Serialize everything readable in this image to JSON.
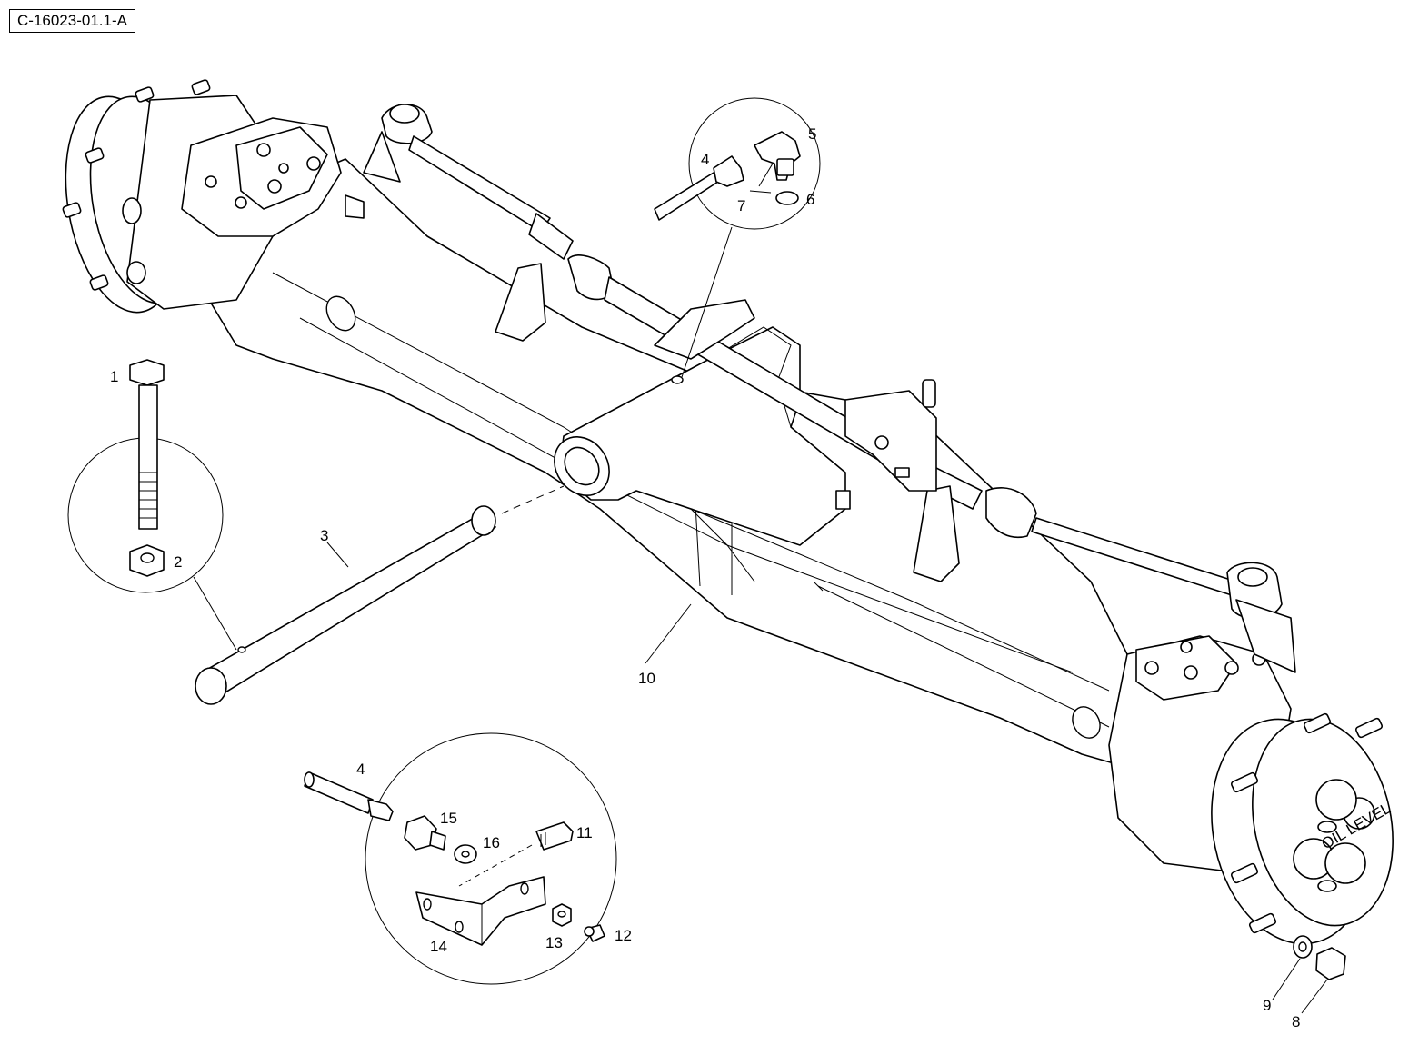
{
  "figure_id": "C-16023-01.1-A",
  "callouts": {
    "c1": "1",
    "c2": "2",
    "c3": "3",
    "c4a": "4",
    "c5": "5",
    "c6": "6",
    "c7": "7",
    "c10": "10",
    "c4b": "4",
    "c15": "15",
    "c16": "16",
    "c11": "11",
    "c14": "14",
    "c13": "13",
    "c12": "12",
    "c9": "9",
    "c8": "8"
  },
  "hub_marking": "OIL LEVEL"
}
